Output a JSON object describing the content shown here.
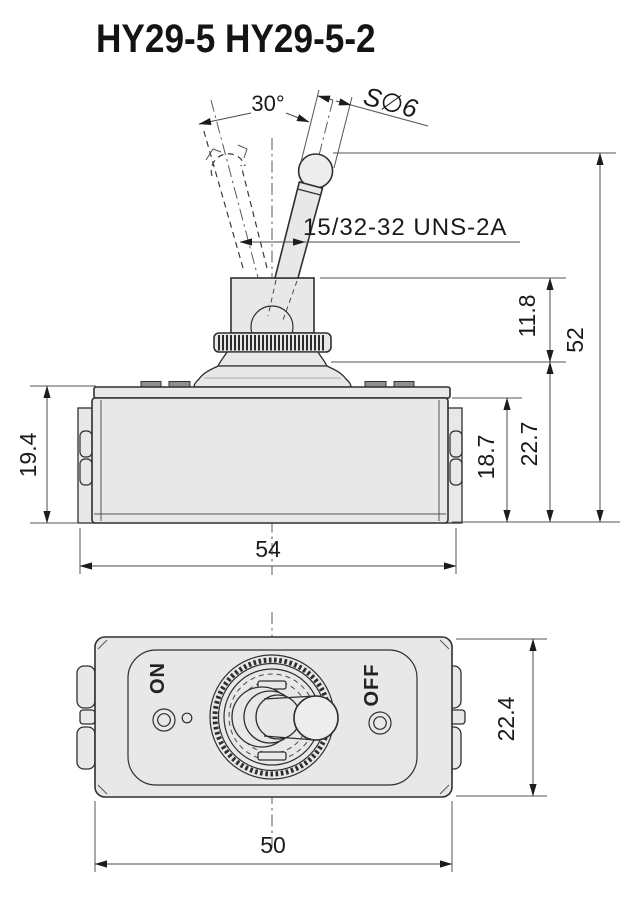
{
  "title": "HY29-5 HY29-5-2",
  "colors": {
    "background": "#ffffff",
    "line": "#2f2f2f",
    "dim_line": "#4a4a4a",
    "fill": "#e8e8e8",
    "fill_dark": "#8f8f8f",
    "text": "#1a1a1a"
  },
  "side_view": {
    "callouts": {
      "throw_angle": "30°",
      "lever_tip_sphere": "S∅6",
      "thread_spec": "15/32-32 UNS-2A"
    },
    "dims": {
      "thread_height": "11.8",
      "overall_height": "52",
      "height_above_body": "22.7",
      "body_height": "18.7",
      "body_side_height": "19.4",
      "overall_width": "54"
    }
  },
  "top_view": {
    "markings": {
      "on": "ON",
      "off": "OFF"
    },
    "dims": {
      "body_depth": "22.4",
      "body_width": "50"
    }
  }
}
